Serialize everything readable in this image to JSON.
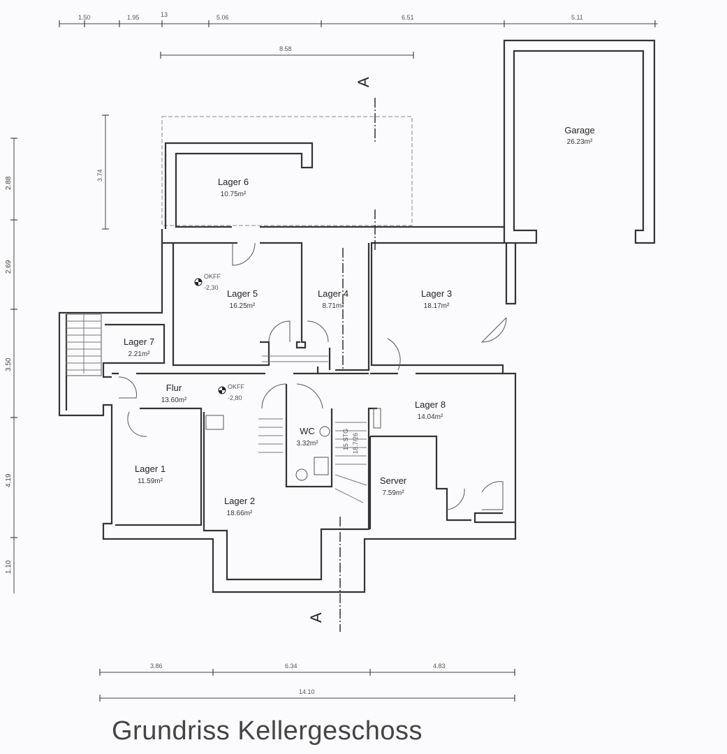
{
  "title": "Grundriss Kellergeschoss",
  "dimensions": {
    "top": [
      "1.50",
      "1.95",
      "13",
      "5.06",
      "6.51",
      "5.11"
    ],
    "top_second": "8.58",
    "left_extension": "3.74",
    "left": [
      "2.88",
      "2.69",
      "3.50",
      "4.19",
      "1.10"
    ],
    "bottom": [
      "3.86",
      "6.34",
      "4.83"
    ],
    "bottom_total": "14.10"
  },
  "rooms": [
    {
      "name": "Garage",
      "area": "26.23m²"
    },
    {
      "name": "Lager 6",
      "area": "10.75m²"
    },
    {
      "name": "Lager 5",
      "area": "16.25m²"
    },
    {
      "name": "Lager 4",
      "area": "8.71m²"
    },
    {
      "name": "Lager 3",
      "area": "18.17m²"
    },
    {
      "name": "Lager 7",
      "area": "2.21m²"
    },
    {
      "name": "Flur",
      "area": "13.60m²"
    },
    {
      "name": "Lager 8",
      "area": "14.04m²"
    },
    {
      "name": "WC",
      "area": "3.32m²"
    },
    {
      "name": "Lager 1",
      "area": "11.59m²"
    },
    {
      "name": "Lager 2",
      "area": "18.66m²"
    },
    {
      "name": "Server",
      "area": "7.59m²"
    }
  ],
  "levels": [
    {
      "label": "OKFF",
      "value": "-2,30"
    },
    {
      "label": "OKFF",
      "value": "-2,80"
    }
  ],
  "stair": {
    "steps": "15 STG",
    "rise": "18.7/26"
  },
  "section_marker": "A"
}
